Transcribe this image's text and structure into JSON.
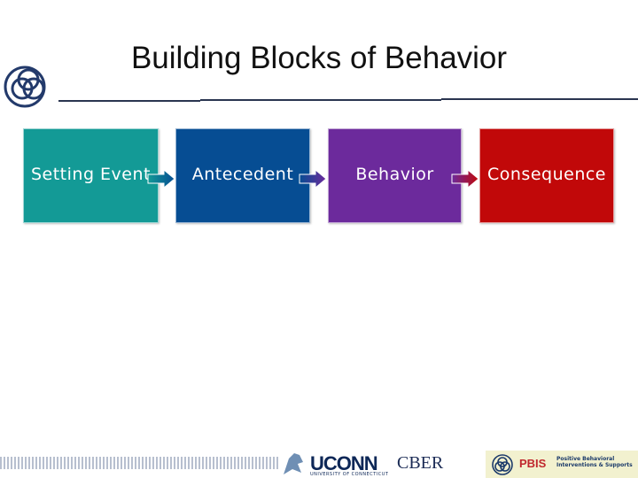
{
  "slide": {
    "title": "Building Blocks of Behavior"
  },
  "flow": {
    "steps": [
      {
        "label": "Setting Event",
        "color": "#139a96"
      },
      {
        "label": "Antecedent",
        "color": "#064d93"
      },
      {
        "label": "Behavior",
        "color": "#6c2a9c"
      },
      {
        "label": "Consequence",
        "color": "#c10809"
      }
    ]
  },
  "footer": {
    "uconn": "UCONN",
    "uconn_sub": "UNIVERSITY OF CONNECTICUT",
    "cber": "CBER",
    "pbis": "PBIS",
    "pbis_desc": "Positive Behavioral Interventions & Supports"
  },
  "colors": {
    "accent_rule": "#2a3550",
    "logo_blue": "#1f4e8c"
  }
}
